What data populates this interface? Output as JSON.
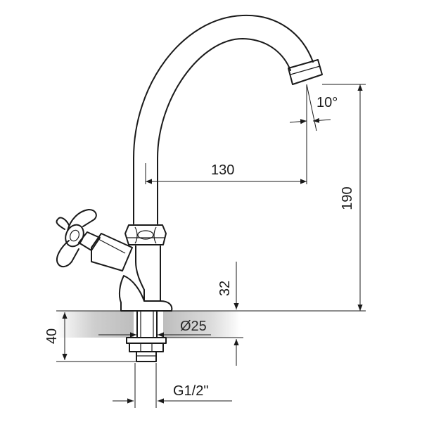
{
  "dimensions": {
    "spout_angle": "10°",
    "spout_reach": "130",
    "total_height": "190",
    "base_height": "32",
    "mount_depth": "40",
    "hole_diameter": "Ø25",
    "thread_size": "G1/2\""
  },
  "colors": {
    "line": "#1a1a1a",
    "countertop_shade": "#c8c8c8",
    "background": "#ffffff"
  }
}
